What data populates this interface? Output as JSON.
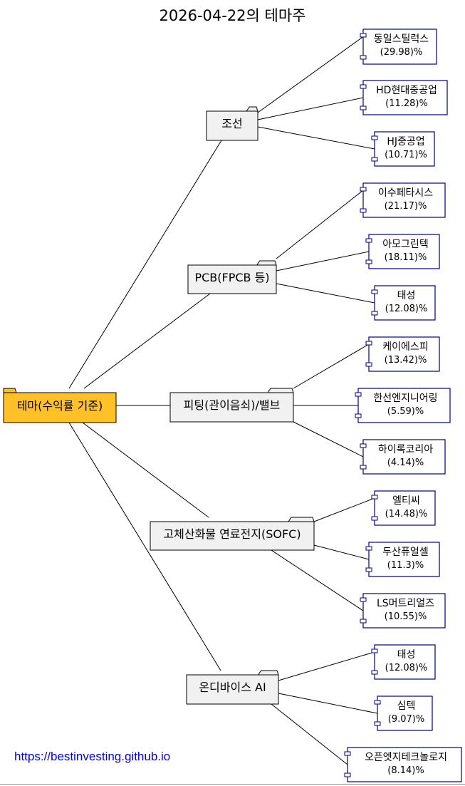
{
  "title": "2026-04-22의 테마주",
  "footer_link": "https://bestinvesting.github.io",
  "colors": {
    "root_fill": "#FFC125",
    "theme_fill": "#F1F1F1",
    "stock_fill": "#FFFFFF",
    "stock_border": "#000080",
    "line": "#000000"
  },
  "root": {
    "label": "테마(수익률 기준)"
  },
  "themes": [
    {
      "name": "조선",
      "stocks": [
        {
          "name": "동일스틸럭스",
          "pct": "(29.98)%"
        },
        {
          "name": "HD현대중공업",
          "pct": "(11.28)%"
        },
        {
          "name": "HJ중공업",
          "pct": "(10.71)%"
        }
      ]
    },
    {
      "name": "PCB(FPCB 등)",
      "stocks": [
        {
          "name": "이수페타시스",
          "pct": "(21.17)%"
        },
        {
          "name": "아모그린텍",
          "pct": "(18.11)%"
        },
        {
          "name": "태성",
          "pct": "(12.08)%"
        }
      ]
    },
    {
      "name": "피팅(관이음쇠)/밸브",
      "stocks": [
        {
          "name": "케이에스피",
          "pct": "(13.42)%"
        },
        {
          "name": "한선엔지니어링",
          "pct": "(5.59)%"
        },
        {
          "name": "하이록코리아",
          "pct": "(4.14)%"
        }
      ]
    },
    {
      "name": "고체산화물 연료전지(SOFC)",
      "stocks": [
        {
          "name": "엘티씨",
          "pct": "(14.48)%"
        },
        {
          "name": "두산퓨얼셀",
          "pct": "(11.3)%"
        },
        {
          "name": "LS머트리얼즈",
          "pct": "(10.55)%"
        }
      ]
    },
    {
      "name": "온디바이스 AI",
      "stocks": [
        {
          "name": "태성",
          "pct": "(12.08)%"
        },
        {
          "name": "심텍",
          "pct": "(9.07)%"
        },
        {
          "name": "오픈엣지테크놀로지",
          "pct": "(8.14)%"
        }
      ]
    }
  ]
}
